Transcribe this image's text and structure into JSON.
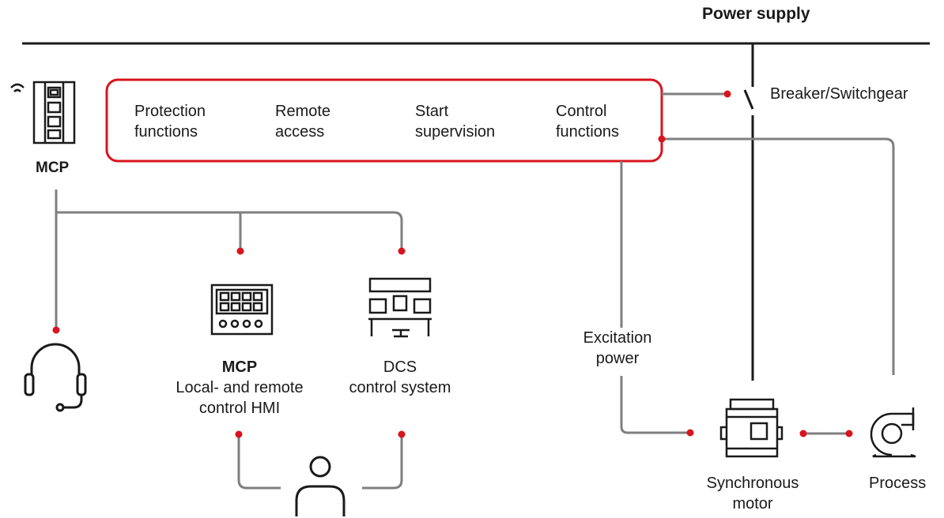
{
  "power_supply": "Power supply",
  "breaker": "Breaker/Switchgear",
  "functions": [
    {
      "line1": "Protection",
      "line2": "functions"
    },
    {
      "line1": "Remote",
      "line2": "access"
    },
    {
      "line1": "Start",
      "line2": "supervision"
    },
    {
      "line1": "Control",
      "line2": "functions"
    }
  ],
  "mcp_device": "MCP",
  "hmi": {
    "title": "MCP",
    "line1": "Local- and remote",
    "line2": "control HMI"
  },
  "dcs": {
    "line1": "DCS",
    "line2": "control system"
  },
  "excitation": {
    "line1": "Excitation",
    "line2": "power"
  },
  "motor": {
    "line1": "Synchronous",
    "line2": "motor"
  },
  "process": "Process",
  "colors": {
    "accent_red": "#d9141e",
    "line_gray": "#7f7f7f",
    "dark": "#1a1a1a"
  }
}
